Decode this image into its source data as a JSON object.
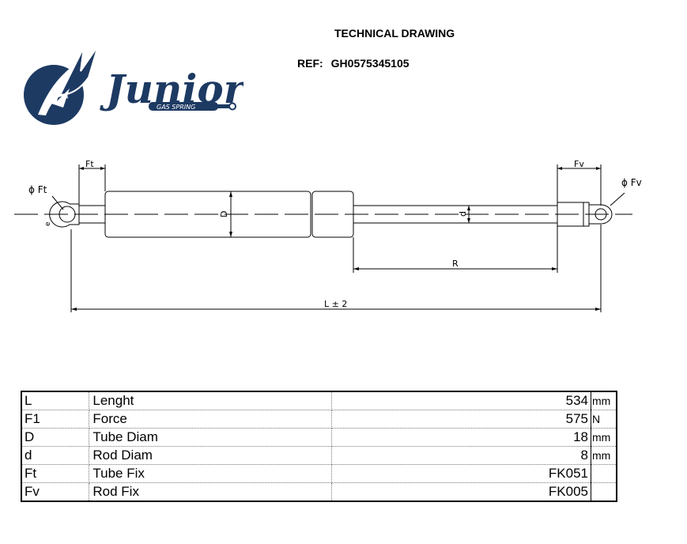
{
  "header": {
    "title": "TECHNICAL DRAWING",
    "ref_label": "REF:",
    "ref_value": "GH0575345105"
  },
  "logo": {
    "brand": "Junior",
    "tagline": "GAS SPRING",
    "brand_color": "#1d3a63"
  },
  "drawing": {
    "labels": {
      "tube_fix_width": "Ft",
      "tube_fix_diam": "ϕ Ft",
      "rod_fix_width": "Fv",
      "rod_fix_diam": "ϕ Fv",
      "tube_diam": "D",
      "rod_diam": "d",
      "stroke": "R",
      "length": "L ± 2",
      "eye_offset": "e"
    }
  },
  "specs": [
    {
      "code": "L",
      "name": "Lenght",
      "value": "534",
      "unit": "mm"
    },
    {
      "code": "F1",
      "name": "Force",
      "value": "575",
      "unit": "N"
    },
    {
      "code": "D",
      "name": "Tube Diam",
      "value": "18",
      "unit": "mm"
    },
    {
      "code": "d",
      "name": "Rod Diam",
      "value": "8",
      "unit": "mm"
    },
    {
      "code": "Ft",
      "name": "Tube Fix",
      "value": "FK051",
      "unit": ""
    },
    {
      "code": "Fv",
      "name": "Rod Fix",
      "value": "FK005",
      "unit": ""
    }
  ]
}
